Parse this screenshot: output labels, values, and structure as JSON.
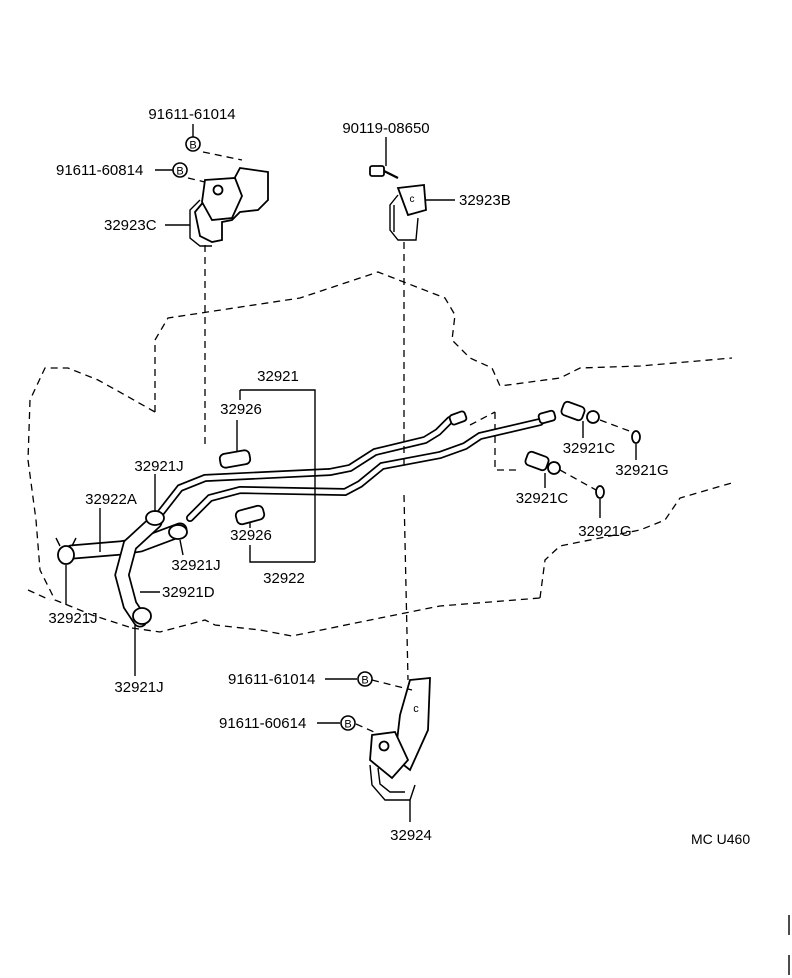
{
  "diagram_code": "MC  U460",
  "bolt_marker": "B",
  "labels": {
    "l_91611_61014_top": "91611-61014",
    "l_91611_60814": "91611-60814",
    "l_32923C": "32923C",
    "l_90119_08650": "90119-08650",
    "l_32923B": "32923B",
    "l_32921_top": "32921",
    "l_32926_top": "32926",
    "l_32921J_a": "32921J",
    "l_32922A": "32922A",
    "l_32921J_b": "32921J",
    "l_32926_bot": "32926",
    "l_32922": "32922",
    "l_32921D": "32921D",
    "l_32921J_c": "32921J",
    "l_32921J_d": "32921J",
    "l_32921C_a": "32921C",
    "l_32921G_a": "32921G",
    "l_32921C_b": "32921C",
    "l_32921G_b": "32921G",
    "l_91611_61014_bot": "91611-61014",
    "l_91611_60614": "91611-60614",
    "l_32924": "32924"
  }
}
